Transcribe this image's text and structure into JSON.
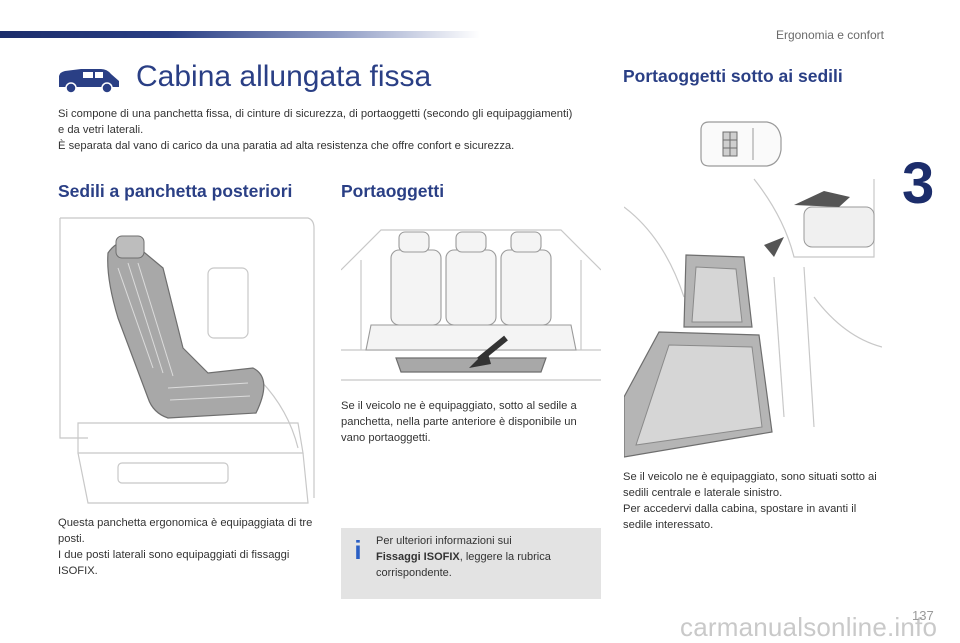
{
  "header": {
    "section": "Ergonomia e confort",
    "chapter": "3",
    "page_number": "137"
  },
  "main": {
    "title": "Cabina allungata fissa",
    "intro_line1": "Si compone di una panchetta fissa, di cinture di sicurezza, di portaoggetti (secondo gli equipaggiamenti) e da vetri laterali.",
    "intro_line2": "È separata dal vano di carico da una paratia ad alta resistenza che offre confort e sicurezza."
  },
  "left_col": {
    "heading": "Sedili a panchetta posteriori",
    "para1": "Questa panchetta ergonomica è equipaggiata di tre posti.",
    "para2": "I due posti laterali sono equipaggiati di fissaggi ISOFIX."
  },
  "mid_col": {
    "heading": "Portaoggetti",
    "para": "Se il veicolo ne è equipaggiato, sotto al sedile a panchetta, nella parte anteriore è disponibile un vano portaoggetti.",
    "info": {
      "pre": "Per ulteriori informazioni sui",
      "bold": "Fissaggi ISOFIX",
      "post": ", leggere la rubrica corrispondente."
    }
  },
  "right_col": {
    "heading": "Portaoggetti sotto ai sedili",
    "para1": "Se il veicolo ne è equipaggiato, sono situati sotto ai sedili centrale e laterale sinistro.",
    "para2": "Per accedervi dalla cabina, spostare in avanti il sedile interessato."
  },
  "watermark": "carmanualsonline.info",
  "colors": {
    "brand_blue": "#2a3f85",
    "info_blue": "#2a5fc4",
    "info_bg": "#e3e3e3"
  },
  "icons": [
    "van-icon",
    "info-icon",
    "arrow-icon"
  ]
}
